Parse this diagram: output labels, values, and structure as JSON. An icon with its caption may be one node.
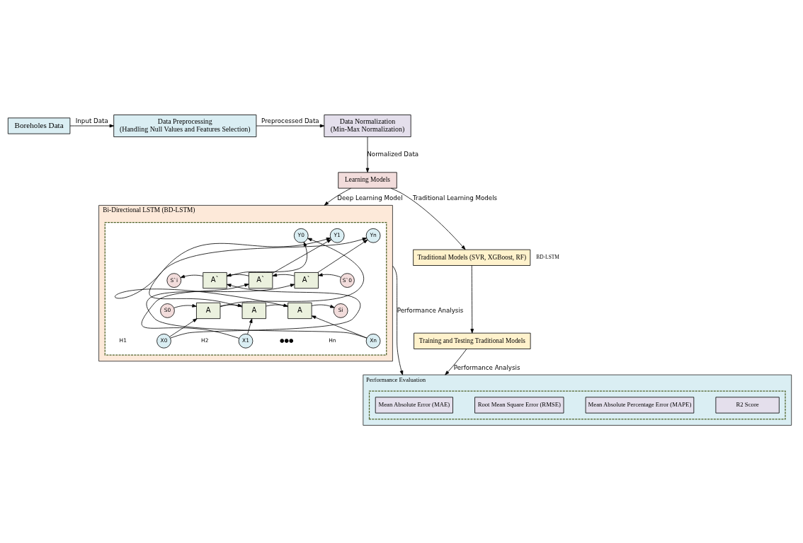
{
  "diagram": {
    "nodes": [
      {
        "text": [
          "Boreholes Data"
        ]
      },
      {
        "text": [
          "Data Preprocessing",
          "(Handling Null Values and Features Selection)"
        ]
      },
      {
        "text": [
          "Data Normalization",
          "(Min-Max Normalization)"
        ]
      },
      {
        "text": [
          "Learning Models"
        ]
      },
      {
        "text": [
          "Traditional Models (SVR, XGBoost, RF)"
        ]
      },
      {
        "text": [
          "Training and Testing Traditional Models"
        ]
      },
      {
        "text": [
          "Bi-Directional LSTM (BD-LSTM)"
        ]
      },
      {
        "text": [],
        "shape": "box",
        "in": 6
      },
      {
        "text": [
          "Y0"
        ],
        "in": 7
      },
      {
        "text": [
          "Y1"
        ],
        "in": 7
      },
      {
        "text": [
          "Yn"
        ],
        "in": 7
      },
      {
        "text": [
          "S`i"
        ],
        "in": 7
      },
      {
        "text": [
          "A`"
        ],
        "in": 7
      },
      {
        "text": [
          "A`"
        ],
        "in": 7
      },
      {
        "text": [
          "A`"
        ],
        "in": 7
      },
      {
        "text": [
          "S`0"
        ],
        "in": 7
      },
      {
        "text": [
          "S0"
        ],
        "in": 7
      },
      {
        "text": [
          "A"
        ],
        "in": 7
      },
      {
        "text": [
          "A"
        ],
        "in": 7
      },
      {
        "text": [
          "A"
        ],
        "in": 7
      },
      {
        "text": [
          "Si"
        ],
        "in": 7
      },
      {
        "text": [
          "X0"
        ],
        "in": 7
      },
      {
        "text": [
          "X1"
        ],
        "in": 7
      },
      {
        "text": [
          "Xn"
        ],
        "in": 7
      },
      {
        "text": [
          "Performance Evaluation"
        ]
      },
      {
        "text": [],
        "shape": "box",
        "in": 24
      },
      {
        "text": [
          "Mean Absolute Error (MAE)"
        ],
        "in": 25
      },
      {
        "text": [
          "Root Mean Square Error (RMSE)"
        ],
        "in": 25
      },
      {
        "text": [
          "Mean Absolute Percentage Error (MAPE)"
        ],
        "in": 25
      },
      {
        "text": [
          "R2 Score"
        ],
        "in": 25
      }
    ],
    "edges": [
      {
        "from": 0,
        "to": 1,
        "arrow": "to",
        "label": "Input Data"
      },
      {
        "from": 1,
        "to": 2,
        "arrow": "to",
        "label": "Preprocessed Data"
      },
      {
        "from": 2,
        "to": 3,
        "arrow": "to",
        "label": "Normalized Data"
      },
      {
        "from": 3,
        "to": 4,
        "arrow": "to",
        "label": "Traditional Learning Models"
      },
      {
        "from": 3,
        "to": 6,
        "arrow": "to",
        "label": "Deep Learning Model"
      },
      {
        "from": 4,
        "to": 5,
        "arrow": "to"
      },
      {
        "from": 12,
        "to": 8,
        "arrow": "to"
      },
      {
        "from": 17,
        "to": 8,
        "arrow": "to"
      },
      {
        "from": 13,
        "to": 9,
        "arrow": "to"
      },
      {
        "from": 18,
        "to": 9,
        "arrow": "to"
      },
      {
        "from": 14,
        "to": 10,
        "arrow": "to"
      },
      {
        "from": 19,
        "to": 10,
        "arrow": "to"
      },
      {
        "from": 12,
        "to": 11,
        "arrow": "to"
      },
      {
        "from": 13,
        "to": 12,
        "arrow": "to"
      },
      {
        "from": 14,
        "to": 13,
        "arrow": "to"
      },
      {
        "from": 15,
        "to": 14,
        "arrow": "to"
      },
      {
        "from": 16,
        "to": 17,
        "arrow": "to"
      },
      {
        "from": 17,
        "to": 18,
        "arrow": "to"
      },
      {
        "from": 18,
        "to": 19,
        "arrow": "to"
      },
      {
        "from": 19,
        "to": 20,
        "arrow": "to"
      },
      {
        "from": 21,
        "to": 12,
        "arrow": "to"
      },
      {
        "from": 21,
        "to": 17,
        "arrow": "to"
      },
      {
        "from": 22,
        "to": 13,
        "arrow": "to"
      },
      {
        "from": 22,
        "to": 18,
        "arrow": "to"
      },
      {
        "from": 23,
        "to": 14,
        "arrow": "to"
      },
      {
        "from": 23,
        "to": 19,
        "arrow": "to"
      },
      {
        "from": 5,
        "to": 24,
        "arrow": "to",
        "label": "Performance Analysis"
      },
      {
        "from": 6,
        "to": 24,
        "arrow": "to",
        "label": "Performance Analysis"
      }
    ],
    "labels": [
      "BD-LSTM",
      "H1",
      "H2",
      "Hn",
      "●●●"
    ]
  }
}
